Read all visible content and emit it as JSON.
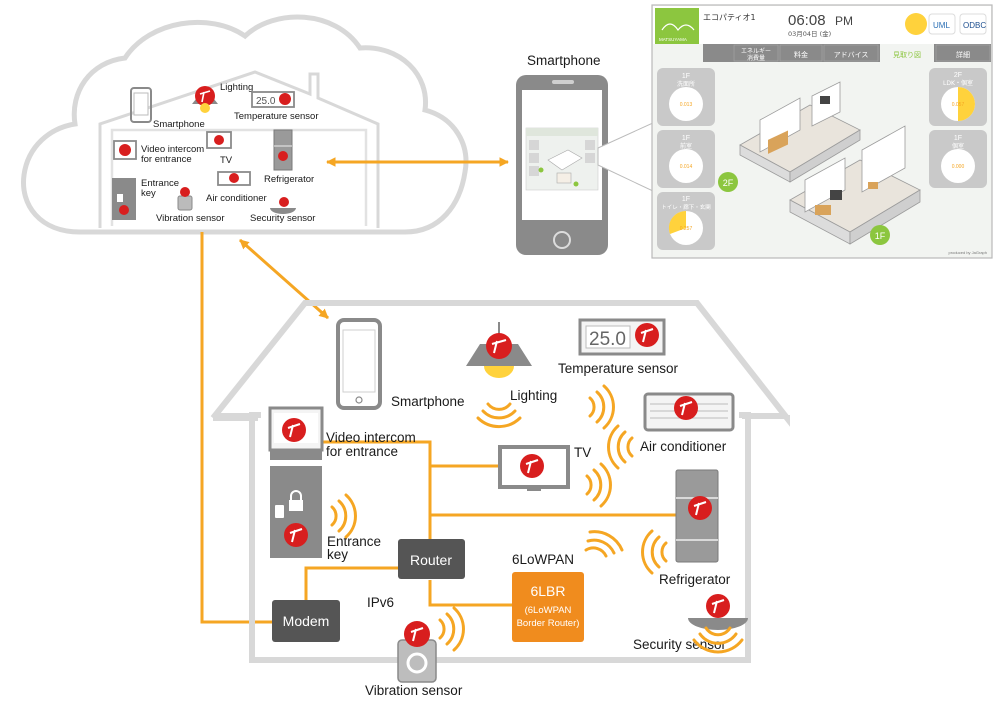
{
  "colors": {
    "accent": "#f5a623",
    "brand_red": "#d81e1e",
    "outline_gray": "#d8d8d8",
    "device_gray": "#8a8a8a",
    "dark_box": "#555555",
    "lbr_orange": "#f08c1e",
    "app_green": "#8cc63f"
  },
  "cloud": {
    "smartphone": "Smartphone",
    "lighting": "Lighting",
    "temperature_sensor": "Temperature sensor",
    "temp_value": "25.0",
    "video_intercom_1": "Video intercom",
    "video_intercom_2": "for entrance",
    "tv": "TV",
    "refrigerator": "Refrigerator",
    "entrance_key_1": "Entrance",
    "entrance_key_2": "key",
    "air_conditioner": "Air conditioner",
    "vibration_sensor": "Vibration sensor",
    "security_sensor": "Security sensor"
  },
  "smartphone_label": "Smartphone",
  "house": {
    "smartphone": "Smartphone",
    "lighting": "Lighting",
    "temperature_sensor": "Temperature sensor",
    "temp_value": "25.0",
    "air_conditioner": "Air conditioner",
    "video_intercom_1": "Video intercom",
    "video_intercom_2": "for entrance",
    "tv": "TV",
    "refrigerator": "Refrigerator",
    "entrance_key_1": "Entrance",
    "entrance_key_2": "key",
    "router": "Router",
    "sixlowpan": "6LoWPAN",
    "lbr_title": "6LBR",
    "lbr_sub_1": "(6LoWPAN",
    "lbr_sub_2": "Border Router)",
    "ipv6": "IPv6",
    "modem": "Modem",
    "security_sensor": "Security sensor",
    "vibration_sensor": "Vibration sensor"
  },
  "app": {
    "title": "エコパティオ1",
    "time": "06:08",
    "ampm": "PM",
    "date": "03月04日 (金)",
    "logo_text": "MATSUYAMA",
    "tabs": [
      "エネルギー消費量",
      "料金",
      "アドバイス",
      "見取り図",
      "詳細"
    ],
    "active_tab": 3,
    "rooms_left": [
      {
        "floor": "1F",
        "name": "洗面所",
        "value": "0.013"
      },
      {
        "floor": "1F",
        "name": "前室",
        "value": "0.014"
      },
      {
        "floor": "1F",
        "name": "トイレ・廊下・玄関",
        "value": "0.257"
      }
    ],
    "rooms_right": [
      {
        "floor": "2F",
        "name": "LDK・個室",
        "value": "0.057"
      },
      {
        "floor": "1F",
        "name": "個室",
        "value": "0.000"
      }
    ],
    "floor_badge_2f": "2F",
    "floor_badge_1f": "1F",
    "footer": "produced by JaGraph"
  }
}
